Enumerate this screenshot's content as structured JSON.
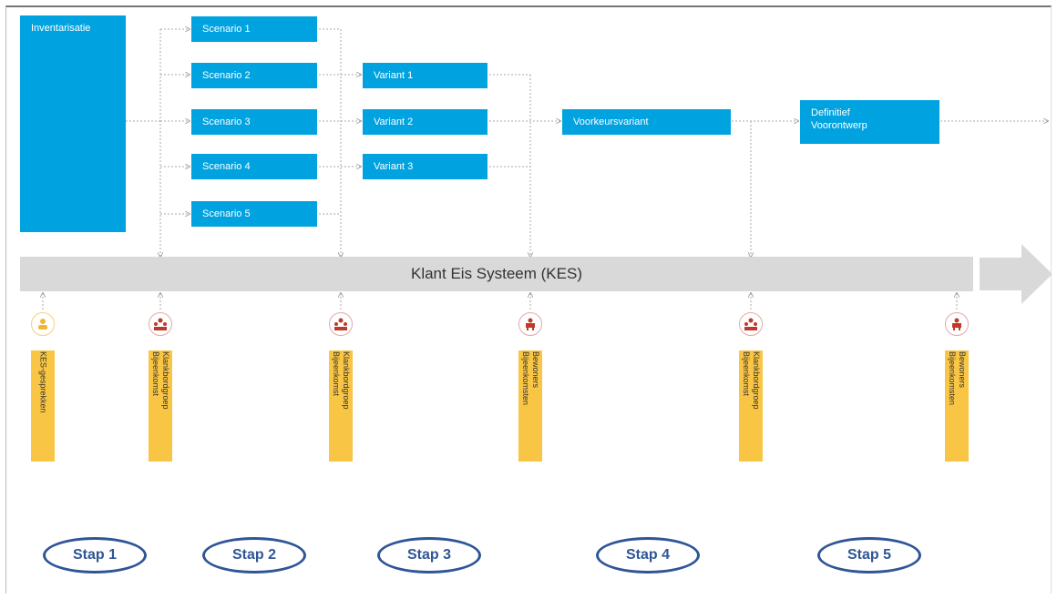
{
  "boxes": {
    "inventarisatie": "Inventarisatie",
    "scenarios": [
      "Scenario 1",
      "Scenario 2",
      "Scenario 3",
      "Scenario 4",
      "Scenario 5"
    ],
    "varianten": [
      "Variant 1",
      "Variant 2",
      "Variant 3"
    ],
    "voorkeursvariant": "Voorkeursvariant",
    "definitief": "Definitief\nVoorontwerp"
  },
  "kes_bar": "Klant Eis Systeem (KES)",
  "meetings": [
    {
      "label": "KES-gesprekken",
      "icon": "person-icon",
      "color": "#f8c544"
    },
    {
      "label": "Klankbordgroep\nBijeenkomst",
      "icon": "group-icon",
      "color": "#c0392b"
    },
    {
      "label": "Klankbordgroep\nBijeenkomst",
      "icon": "group-icon",
      "color": "#c0392b"
    },
    {
      "label": "Bewoners\nBijeenkomsten",
      "icon": "residents-icon",
      "color": "#c0392b"
    },
    {
      "label": "Klankbordgroep\nBijeenkomst",
      "icon": "group-icon",
      "color": "#c0392b"
    },
    {
      "label": "Bewoners\nBijeenkomsten",
      "icon": "residents-icon",
      "color": "#c0392b"
    }
  ],
  "stappen": [
    "Stap 1",
    "Stap 2",
    "Stap 3",
    "Stap 4",
    "Stap 5"
  ],
  "colors": {
    "box": "#00a3e0",
    "bar": "#d9d9d9",
    "label": "#f8c544",
    "stap": "#2f5597"
  }
}
